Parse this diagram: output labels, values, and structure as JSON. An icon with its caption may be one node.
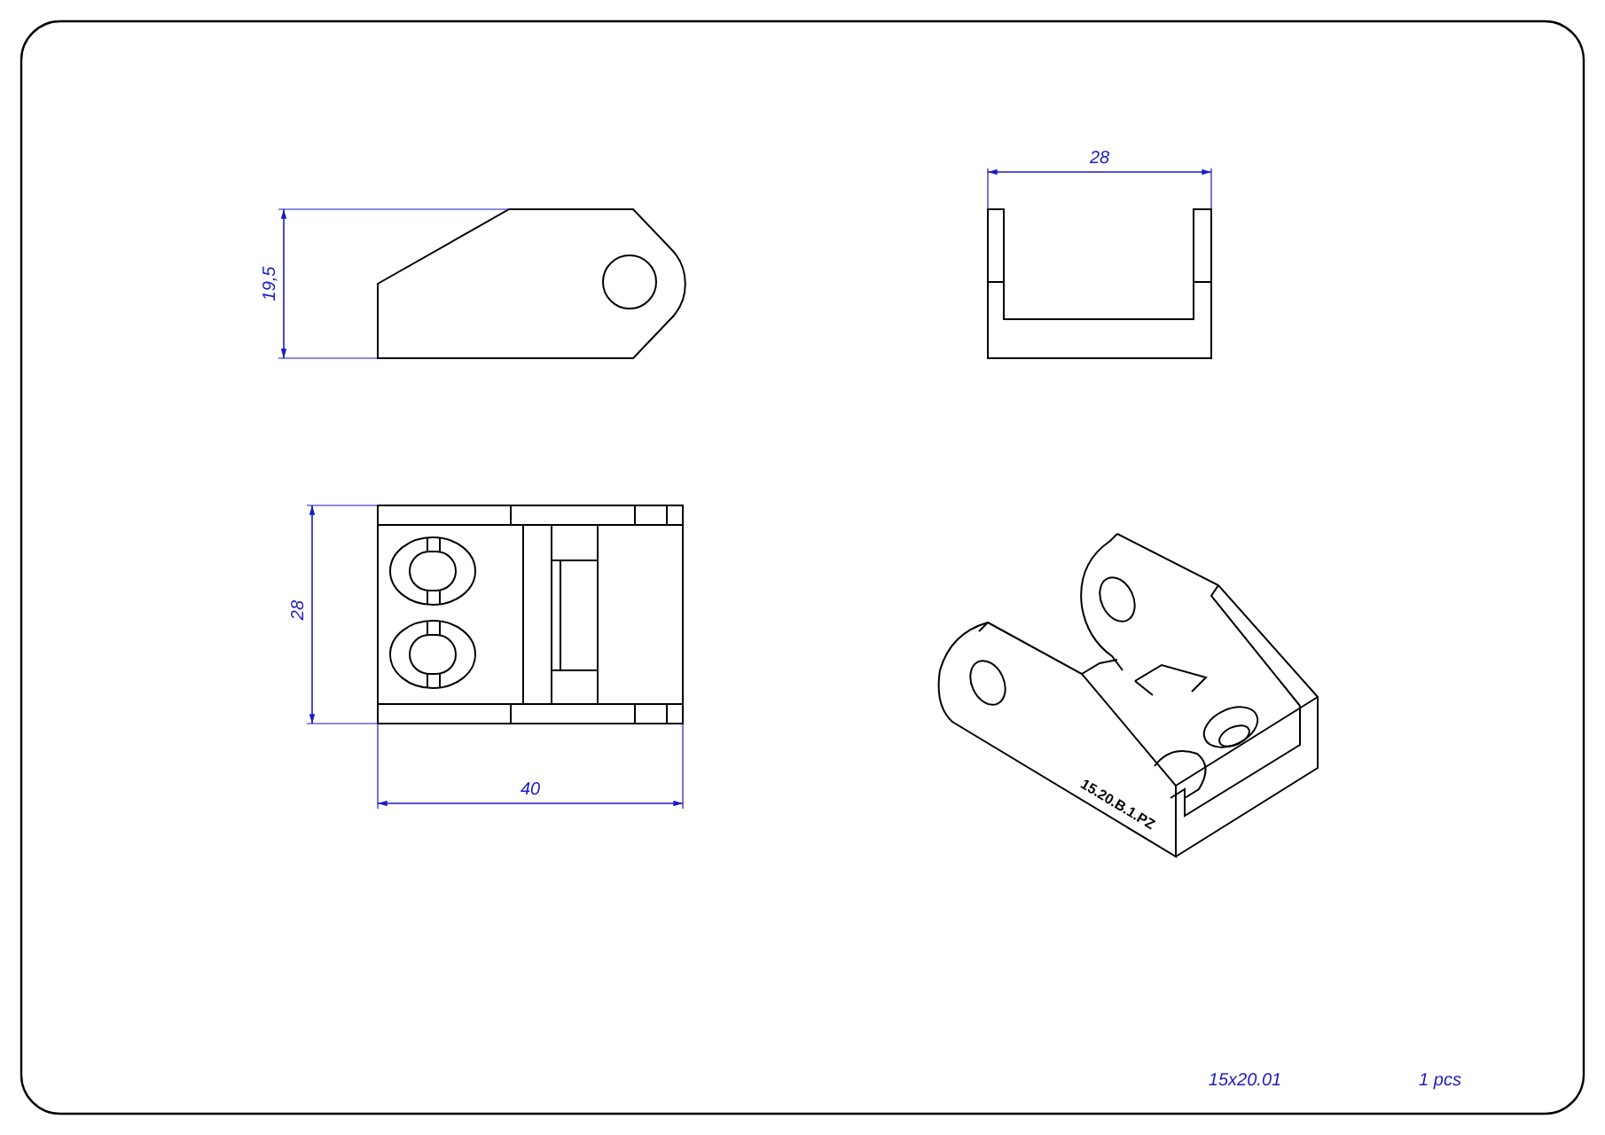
{
  "diagram": {
    "labels": [
      "28",
      "19,5",
      "28",
      "40",
      "15.20.B.1.PZ",
      "15x20.01",
      "1 pcs"
    ]
  }
}
